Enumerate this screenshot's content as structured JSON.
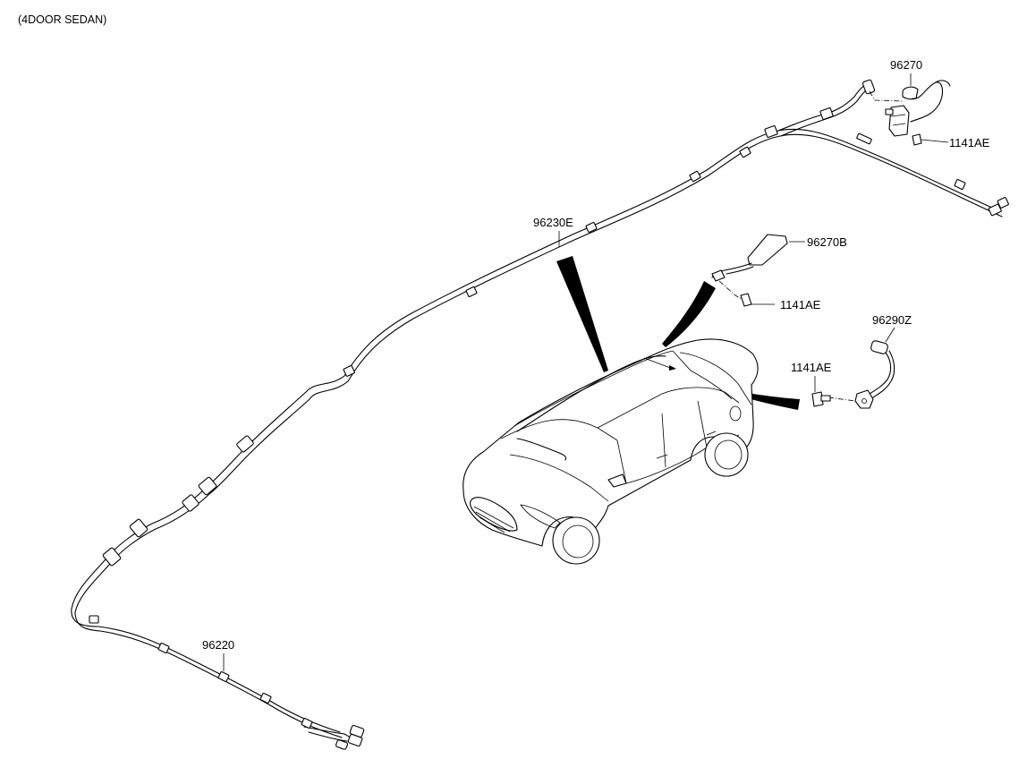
{
  "caption": "(4DOOR SEDAN)",
  "labels": {
    "harness_roof": "96230E",
    "harness_front": "96220",
    "antenna_rear": "96270",
    "antenna_mid": "96270B",
    "cable_extension": "96290Z",
    "screw_top": "1141AE",
    "screw_mid": "1141AE",
    "screw_right": "1141AE"
  }
}
